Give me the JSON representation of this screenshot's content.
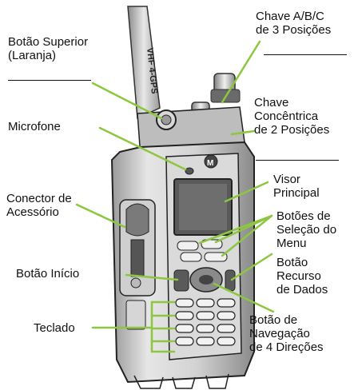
{
  "diagram": {
    "labels": {
      "top_button": {
        "line1": "Botão Superior",
        "line2": "(Laranja)"
      },
      "abc_switch": {
        "line1": "Chave A/B/C",
        "line2": "de 3 Posições"
      },
      "microphone": "Microfone",
      "concentric_switch": {
        "line1": "Chave",
        "line2": "Concêntrica",
        "line3": "de 2 Posições"
      },
      "accessory_connector": {
        "line1": "Conector de",
        "line2": "Acessório"
      },
      "main_display": {
        "line1": "Visor",
        "line2": "Principal"
      },
      "menu_select_buttons": {
        "line1": "Botões de",
        "line2": "Seleção do",
        "line3": "Menu"
      },
      "home_button": "Botão Início",
      "data_feature_button": {
        "line1": "Botão",
        "line2": "Recurso",
        "line3": "de Dados"
      },
      "keypad": "Teclado",
      "nav_button": {
        "line1": "Botão de",
        "line2": "Navegação",
        "line3": "de 4 Direções"
      }
    },
    "antenna_text": "VHF 4-GPS",
    "colors": {
      "leader": "#8dc63f",
      "text": "#111111",
      "radio_body": "#cfcfcf",
      "radio_dark": "#4a4a4a"
    }
  }
}
